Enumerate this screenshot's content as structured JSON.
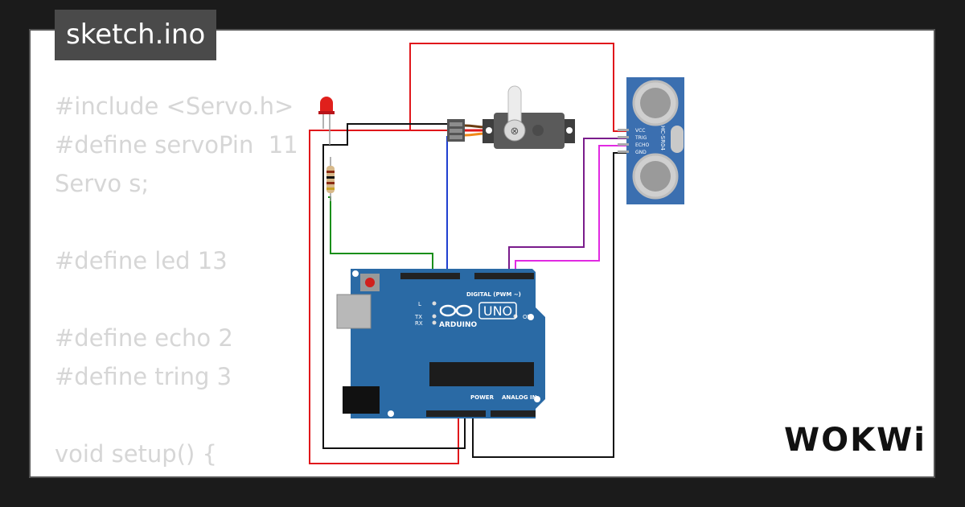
{
  "file": {
    "name": "sketch.ino"
  },
  "code": {
    "lines": [
      "#include <Servo.h>",
      "#define servoPin  11",
      "Servo s;",
      "",
      "#define led 13",
      "",
      "#define echo 2",
      "#define tring 3",
      "",
      "void setup() {",
      "  // ..."
    ]
  },
  "brand": {
    "logo": "WOKWi"
  },
  "board": {
    "name": "UNO",
    "maker": "ARDUINO",
    "digital_label": "DIGITAL (PWM ~)",
    "power_label": "POWER",
    "analog_label": "ANALOG IN",
    "on_label": "ON",
    "l_label": "L",
    "tx_label": "TX",
    "rx_label": "RX"
  },
  "sensor": {
    "model": "HC-SR04",
    "pins": [
      "VCC",
      "TRIG",
      "ECHO",
      "GND"
    ]
  },
  "colors": {
    "board": "#2a6aa5",
    "sensor": "#3b6fb0",
    "wire_red": "#e0171b",
    "wire_black": "#111111",
    "wire_green": "#1a8f1a",
    "wire_blue": "#1f3fd0",
    "wire_purple": "#7a1c8c",
    "wire_magenta": "#e12ae2"
  }
}
